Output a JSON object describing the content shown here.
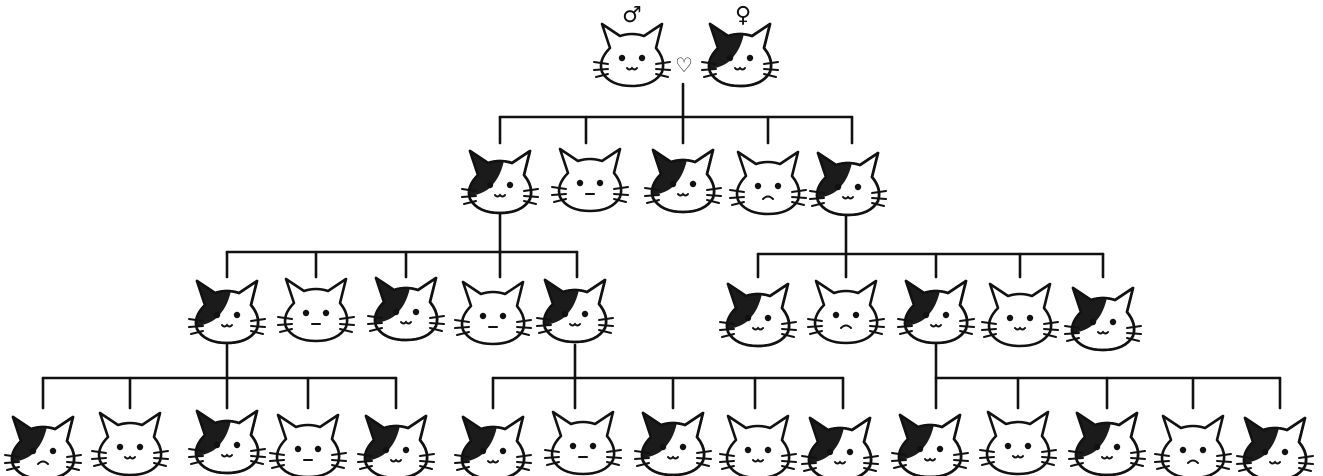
{
  "symbols": {
    "male": "♂",
    "female": "♀",
    "heart": "♡"
  },
  "tree": {
    "parents": [
      {
        "id": "father",
        "pattern": "plain",
        "symbol": "male"
      },
      {
        "id": "mother",
        "pattern": "calico",
        "symbol": "female"
      }
    ],
    "generation_2": [
      {
        "pattern": "calico",
        "mouth": "smile"
      },
      {
        "pattern": "plain",
        "mouth": "neutral"
      },
      {
        "pattern": "calico",
        "mouth": "smile"
      },
      {
        "pattern": "plain",
        "mouth": "frown"
      },
      {
        "pattern": "calico",
        "mouth": "smile"
      }
    ],
    "generation_3_left": [
      {
        "pattern": "calico",
        "mouth": "smile"
      },
      {
        "pattern": "plain",
        "mouth": "neutral"
      },
      {
        "pattern": "calico",
        "mouth": "smile"
      },
      {
        "pattern": "plain",
        "mouth": "neutral"
      },
      {
        "pattern": "calico",
        "mouth": "smile"
      }
    ],
    "generation_3_right": [
      {
        "pattern": "calico",
        "mouth": "smile"
      },
      {
        "pattern": "plain",
        "mouth": "frown"
      },
      {
        "pattern": "calico",
        "mouth": "smile"
      },
      {
        "pattern": "plain",
        "mouth": "smile"
      },
      {
        "pattern": "calico",
        "mouth": "smile"
      }
    ],
    "generation_4_a": [
      {
        "pattern": "calico",
        "mouth": "frown"
      },
      {
        "pattern": "plain",
        "mouth": "smile"
      },
      {
        "pattern": "calico",
        "mouth": "smile"
      },
      {
        "pattern": "plain",
        "mouth": "neutral"
      },
      {
        "pattern": "calico",
        "mouth": "smile"
      }
    ],
    "generation_4_b": [
      {
        "pattern": "calico",
        "mouth": "smile"
      },
      {
        "pattern": "plain",
        "mouth": "neutral"
      },
      {
        "pattern": "calico",
        "mouth": "smile"
      },
      {
        "pattern": "plain",
        "mouth": "smile"
      },
      {
        "pattern": "calico",
        "mouth": "smile"
      }
    ],
    "generation_4_c": [
      {
        "pattern": "calico",
        "mouth": "smile"
      },
      {
        "pattern": "plain",
        "mouth": "smile"
      },
      {
        "pattern": "calico",
        "mouth": "smile"
      },
      {
        "pattern": "plain",
        "mouth": "frown"
      },
      {
        "pattern": "calico",
        "mouth": "smile"
      }
    ]
  }
}
